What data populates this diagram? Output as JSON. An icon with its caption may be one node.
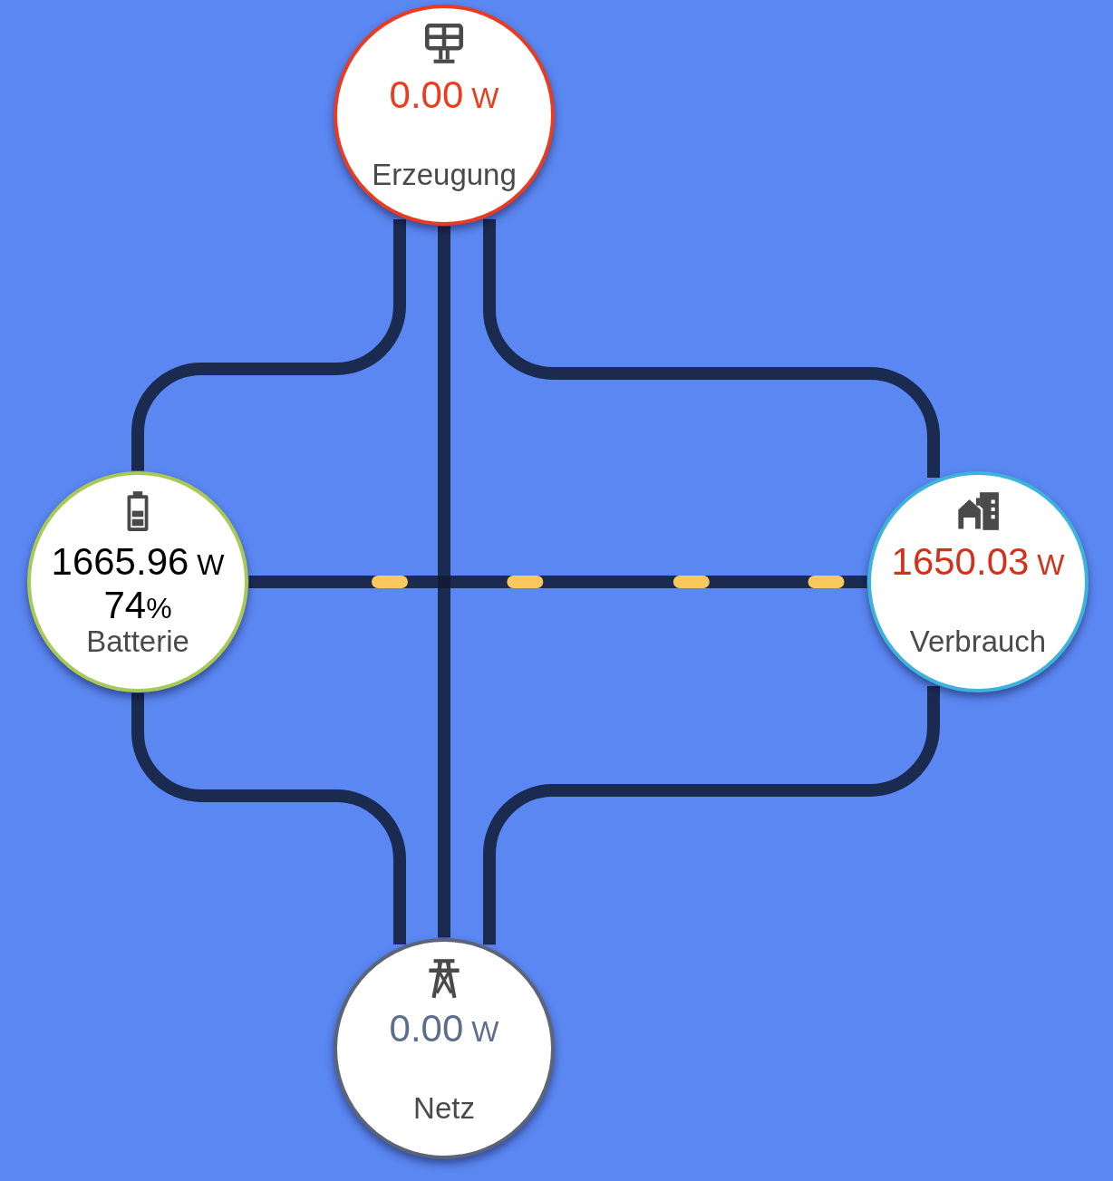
{
  "diagram": {
    "nodes": [
      {
        "text": [
          "0.00 W",
          "Erzeugung"
        ]
      },
      {
        "text": [
          "1665.96 W",
          "74%",
          "Batterie"
        ]
      },
      {
        "text": [
          "1650.03 W",
          "Verbrauch"
        ]
      },
      {
        "text": [
          "0.00 W",
          "Netz"
        ]
      }
    ],
    "edges": [
      {
        "from": 0,
        "to": 1,
        "arrow": "none"
      },
      {
        "from": 0,
        "to": 3,
        "arrow": "none"
      },
      {
        "from": 0,
        "to": 2,
        "arrow": "none"
      },
      {
        "from": 1,
        "to": 2,
        "arrow": "none"
      },
      {
        "from": 1,
        "to": 3,
        "arrow": "none"
      },
      {
        "from": 3,
        "to": 2,
        "arrow": "none"
      }
    ]
  }
}
